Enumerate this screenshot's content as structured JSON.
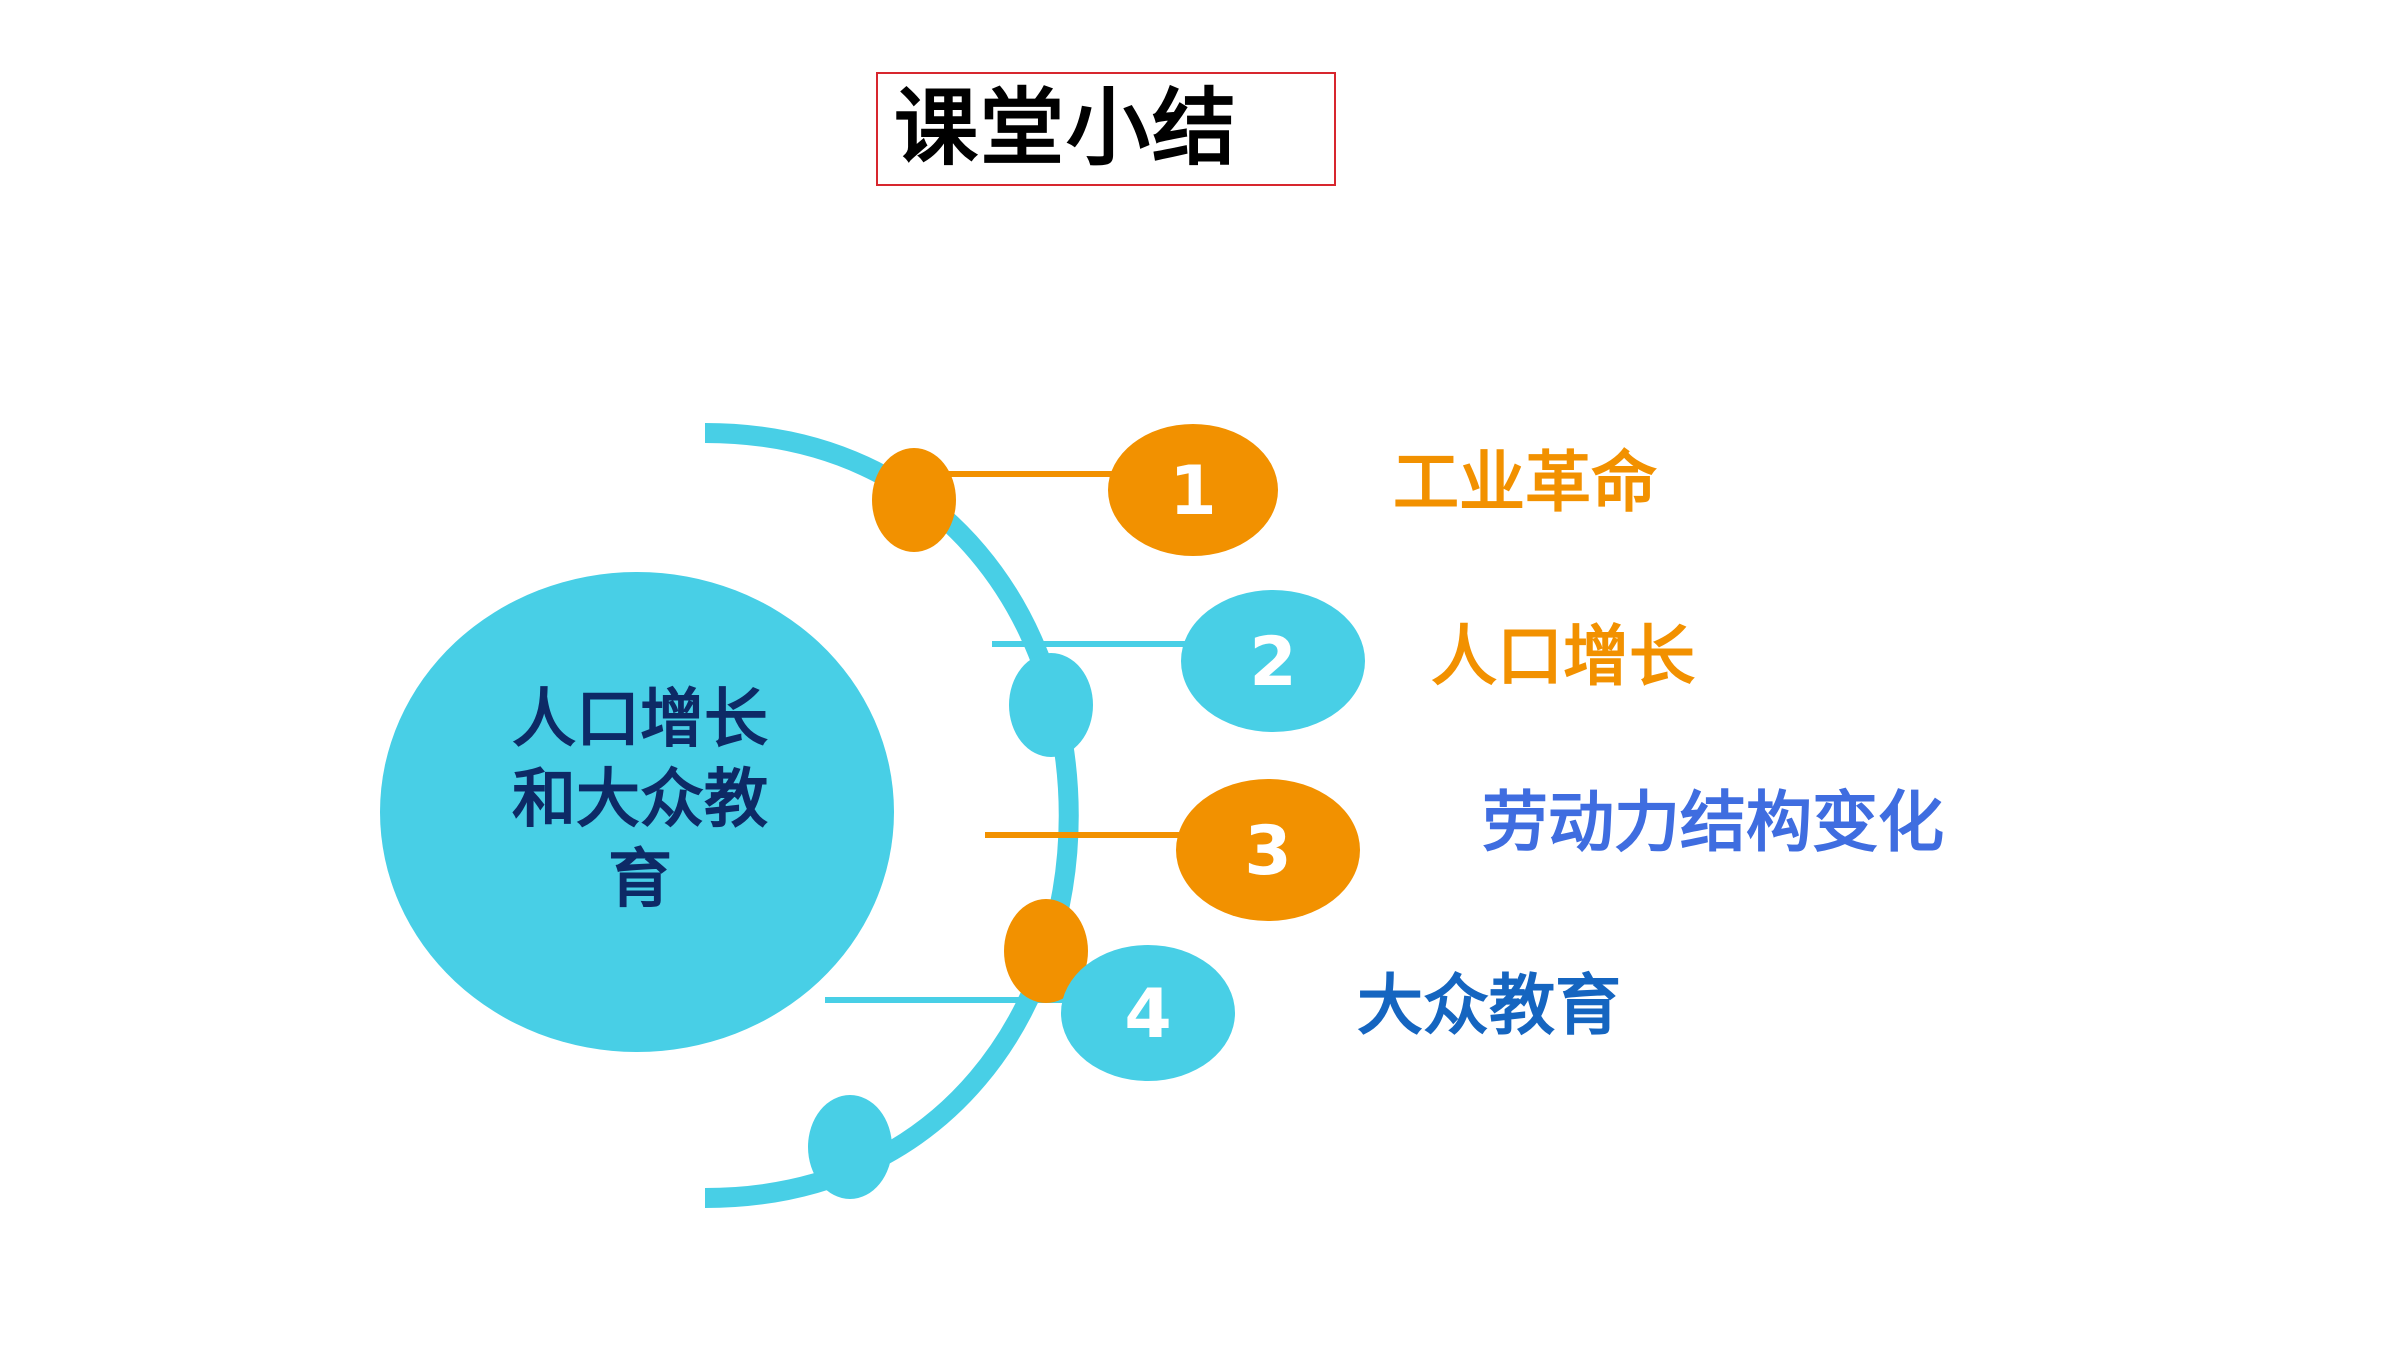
{
  "slide": {
    "title": "课堂小结",
    "center_topic_lines": [
      "人口增长",
      "和大众教",
      "育"
    ],
    "items": [
      {
        "number": "1",
        "label": "工业革命",
        "color": "#f29100"
      },
      {
        "number": "2",
        "label": "人口增长",
        "color": "#f29100"
      },
      {
        "number": "3",
        "label": "劳动力结构变化",
        "color": "#3f6de0"
      },
      {
        "number": "4",
        "label": "大众教育",
        "color": "#1565c0"
      }
    ]
  },
  "colors": {
    "accent_cyan": "#48cfe6",
    "accent_orange": "#f29100",
    "topic_text": "#0d2a66",
    "title_border": "#d7262e"
  }
}
